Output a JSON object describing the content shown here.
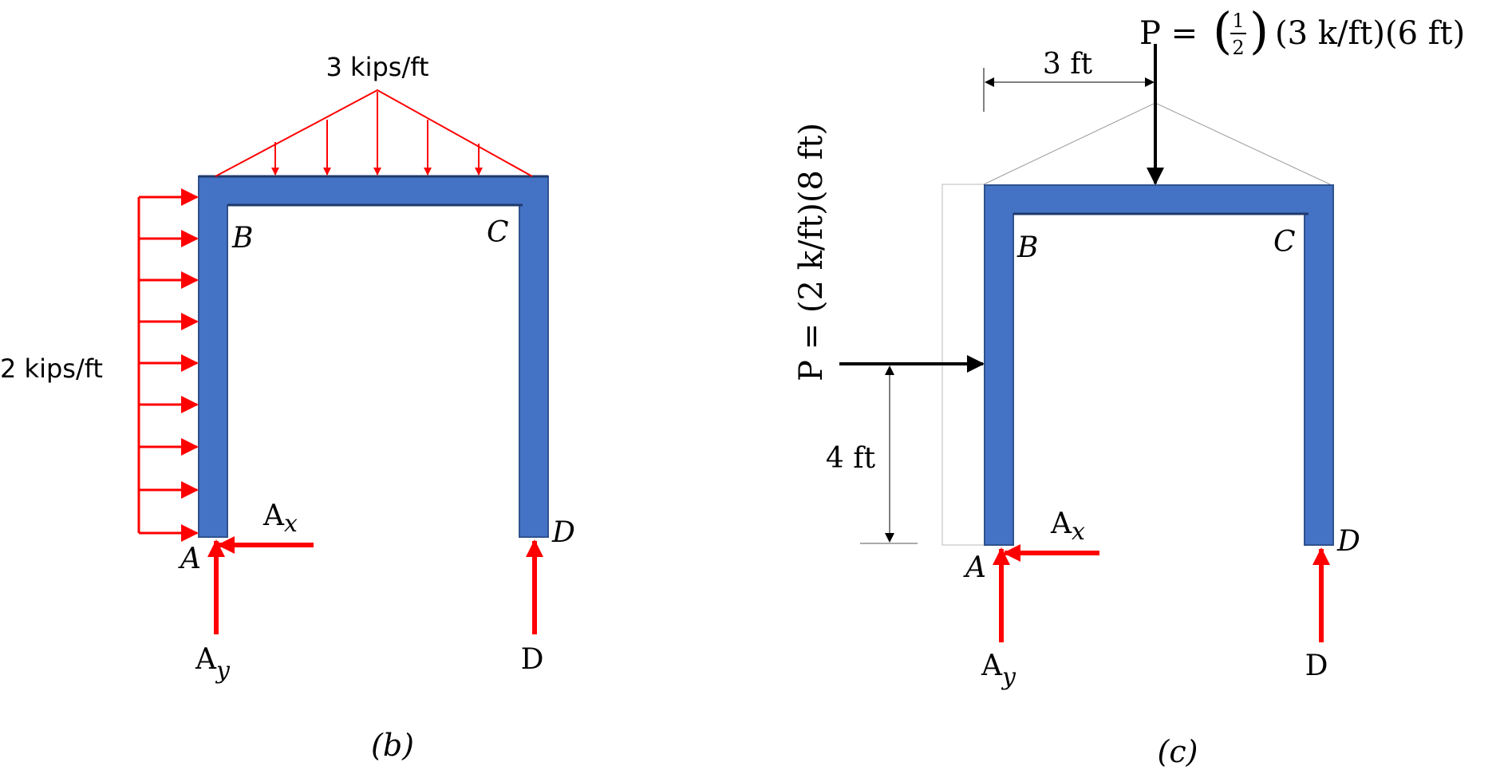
{
  "colors": {
    "member": "#4472C4",
    "member_edge": "#2F528F",
    "load": "#FF0000",
    "force": "#000000",
    "dim": "#444444"
  },
  "fig_b": {
    "top_load": "3 kips/ft",
    "side_load": "2 kips/ft",
    "joint_b": "B",
    "joint_c": "C",
    "joint_a": "A",
    "joint_d": "D",
    "ax_base": "A",
    "ax_sub": "x",
    "ay_base": "A",
    "ay_sub": "y",
    "d_label": "D",
    "caption": "(b)"
  },
  "fig_c": {
    "top_p_lhs": "P = ",
    "top_p_half_num": "1",
    "top_p_half_den": "2",
    "top_p_rest": "(3 k/ft)(6 ft)",
    "dim_3ft": "3 ft",
    "side_p": "P = (2 k/ft)(8 ft)",
    "dim_4ft": "4 ft",
    "joint_b": "B",
    "joint_c": "C",
    "joint_a": "A",
    "joint_d": "D",
    "ax_base": "A",
    "ax_sub": "x",
    "ay_base": "A",
    "ay_sub": "y",
    "d_label": "D",
    "caption": "(c)"
  }
}
